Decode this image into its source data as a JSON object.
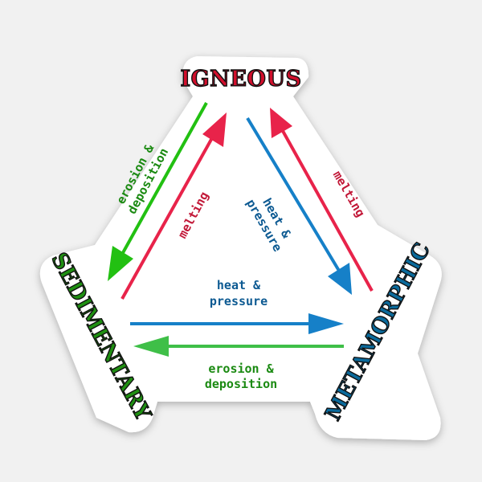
{
  "colors": {
    "background": "#f1f1f1",
    "sticker": "#ffffff",
    "igneous": "#d10f2c",
    "sedimentary": "#1f8f12",
    "metamorphic": "#0b6a9b",
    "arrow_green": "#22c012",
    "arrow_red": "#e8234a",
    "arrow_blue": "#1680c8",
    "label_green": "#1b8a12",
    "label_red": "#c21838",
    "label_blue": "#0d5a92"
  },
  "rocks": {
    "igneous": "IGNEOUS",
    "sedimentary": "SEDIMENTARY",
    "metamorphic": "METAMORPHIC"
  },
  "labels": {
    "ign_to_sed": [
      "erosion &",
      "deposition"
    ],
    "sed_to_ign": "melting",
    "ign_to_met": [
      "heat &",
      "pressure"
    ],
    "met_to_ign": "melting",
    "sed_to_met": [
      "heat &",
      "pressure"
    ],
    "met_to_sed": [
      "erosion &",
      "deposition"
    ]
  }
}
